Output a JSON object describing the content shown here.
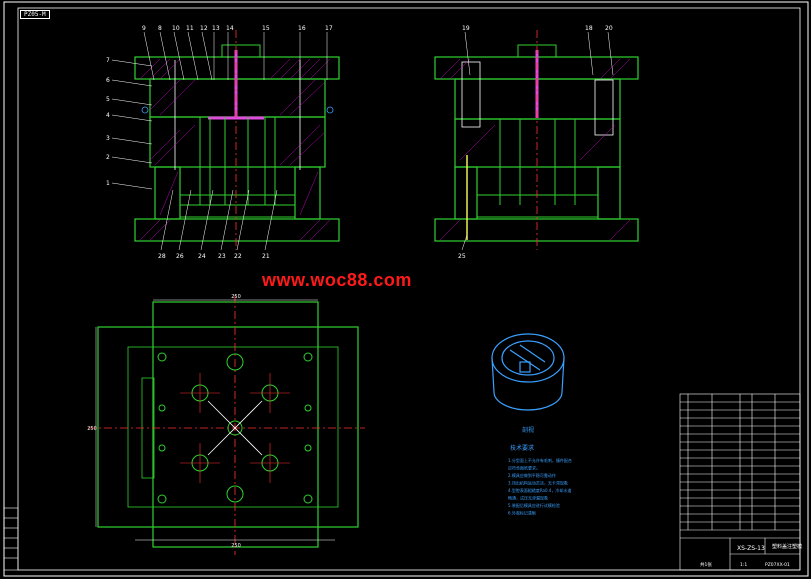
{
  "watermark": "www.woc88.com",
  "drawing_tag": "PZ05-M",
  "section_view_label": "剖视",
  "tech_title": "技术要求",
  "tech_lines": [
    "1.分型面上不允许有毛刺，镶件配合",
    "应符合图纸要求。",
    "2.模具应做到平稳可靠动作",
    "3.顶出机构运动灵活，无卡滞现象",
    "4.型腔表面粗糙度Ra0.4，冷却水道",
    "畅通，试压无渗漏现象",
    "5.装配后模具应进行试模检验",
    "6.外观标记清晰"
  ],
  "title_block": {
    "drawing_no": "XS-ZS-13",
    "part_name": "塑料盖注塑模",
    "code": "PZ07XX-01",
    "scale": "1:1",
    "sheet": "共1张"
  },
  "front_view_labels_top": [
    "9",
    "8",
    "10",
    "11",
    "12",
    "13",
    "14",
    "15",
    "16",
    "17"
  ],
  "front_view_labels_left": [
    "7",
    "6",
    "5",
    "4",
    "3",
    "2",
    "1"
  ],
  "front_view_labels_bottom": [
    "28",
    "26",
    "24",
    "23",
    "22",
    "21"
  ],
  "side_view_labels_top": [
    "19",
    "18",
    "20"
  ],
  "side_view_labels_bottom": [
    "25"
  ],
  "plan_dims": {
    "top": "250",
    "bottom": "250",
    "left": "250"
  },
  "colors": {
    "outline": "#ffffff",
    "body": "#2fd12f",
    "hatch": "#d400d4",
    "section": "#ff3030",
    "cool": "#3aa0ff",
    "label": "#ffff55",
    "insert": "#e24ae2"
  }
}
